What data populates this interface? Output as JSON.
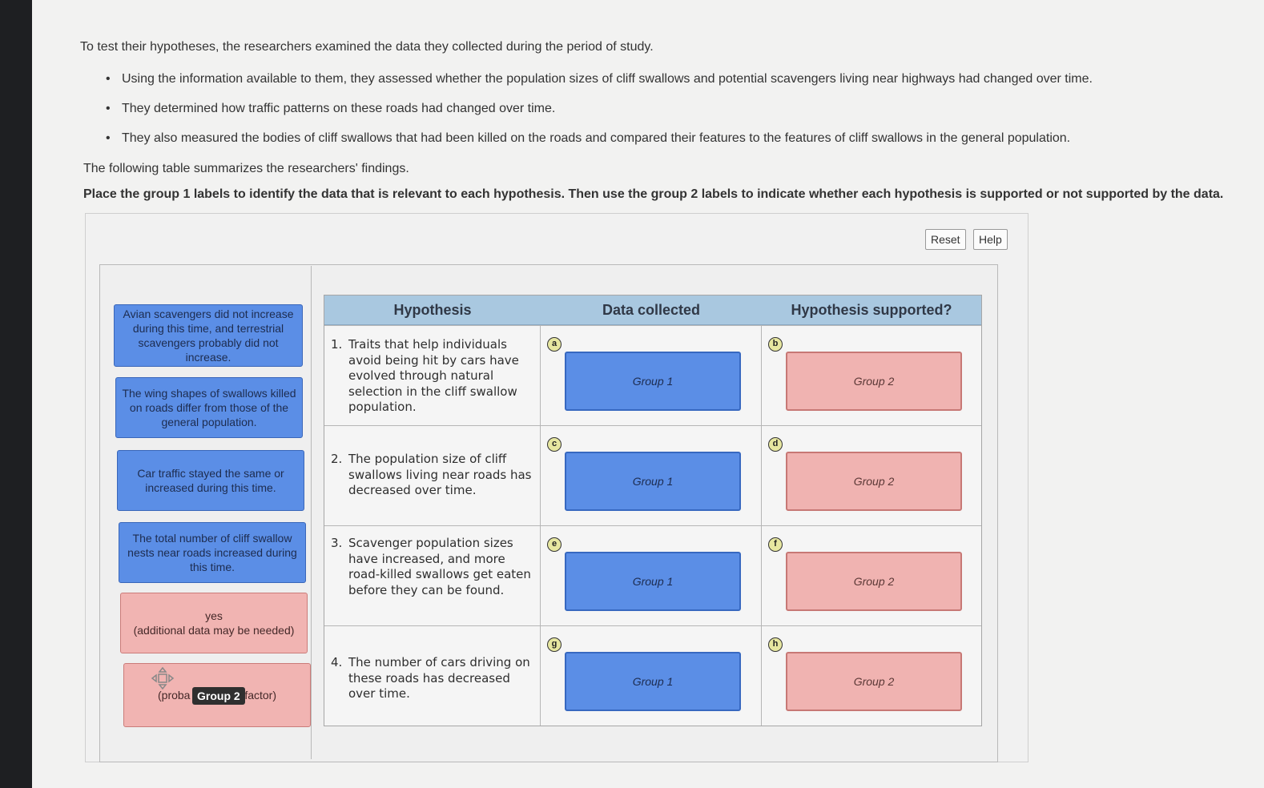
{
  "intro": "To test their hypotheses, the researchers examined the data they collected during the period of study.",
  "bullets": [
    "Using the information available to them, they assessed whether the population sizes of cliff swallows and potential scavengers living near highways had changed over time.",
    "They determined how traffic patterns on these roads had changed over time.",
    "They also measured the bodies of cliff swallows that had been killed on the roads and compared their features to the features of cliff swallows in the general population."
  ],
  "summary": "The following table summarizes the researchers' findings.",
  "instruction": "Place the group 1 labels to identify the data that is relevant to each hypothesis. Then use the group 2 labels to indicate whether each hypothesis is supported or not supported by the data.",
  "toolbar": {
    "reset_label": "Reset",
    "help_label": "Help"
  },
  "labels": [
    {
      "text": "Avian scavengers did not increase during this time, and terrestrial scavengers probably did not increase.",
      "group": 1
    },
    {
      "text": "The wing shapes of swallows killed on roads differ from those of the general population.",
      "group": 1
    },
    {
      "text": "Car traffic stayed the same or increased during this time.",
      "group": 1
    },
    {
      "text": "The total number of cliff swallow nests near roads increased during this time.",
      "group": 1
    },
    {
      "text": "yes\n(additional data may be needed)",
      "group": 2
    },
    {
      "text_left": "(proba",
      "text_right": "factor)",
      "group": 2,
      "dragging": true
    }
  ],
  "drag_tooltip": "Group 2",
  "table": {
    "headers": [
      "Hypothesis",
      "Data collected",
      "Hypothesis supported?"
    ],
    "rows": [
      {
        "number": "1.",
        "hypothesis": "Traits that help individuals avoid being hit by cars have evolved through natural selection in the cliff swallow population.",
        "data_slot": "a",
        "data_label": "Group 1",
        "support_slot": "b",
        "support_label": "Group 2"
      },
      {
        "number": "2.",
        "hypothesis": "The population size of cliff swallows living near roads has decreased over time.",
        "data_slot": "c",
        "data_label": "Group 1",
        "support_slot": "d",
        "support_label": "Group 2"
      },
      {
        "number": "3.",
        "hypothesis": "Scavenger population sizes have increased, and more road-killed swallows get eaten before they can be found.",
        "data_slot": "e",
        "data_label": "Group 1",
        "support_slot": "f",
        "support_label": "Group 2"
      },
      {
        "number": "4.",
        "hypothesis": "The number of cars driving on these roads has decreased over time.",
        "data_slot": "g",
        "data_label": "Group 1",
        "support_slot": "h",
        "support_label": "Group 2"
      }
    ]
  },
  "colors": {
    "group1": "#5b8ee6",
    "group2": "#f1b4b2",
    "header": "#a9c8e0"
  }
}
